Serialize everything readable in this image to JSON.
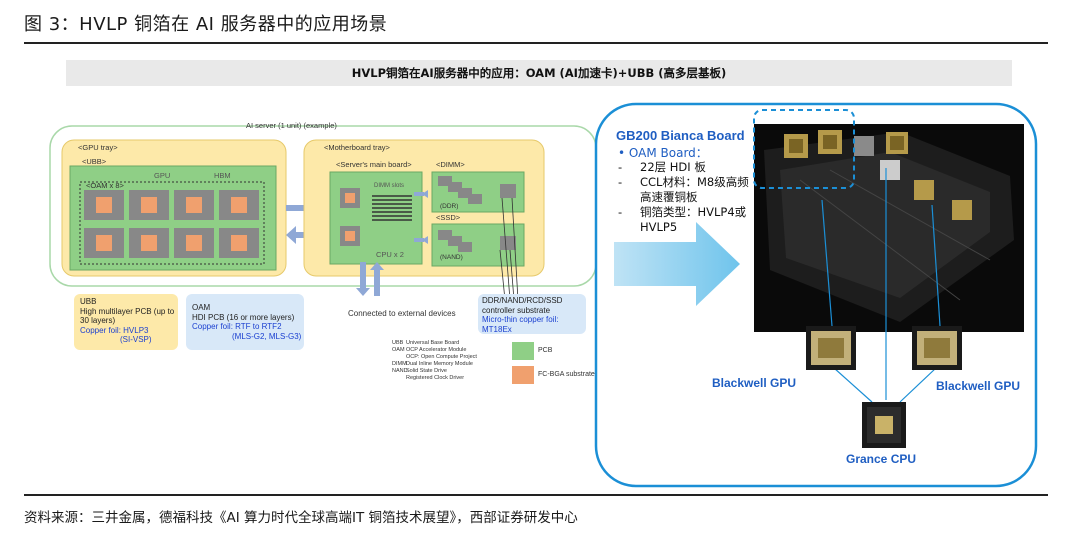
{
  "figure_title": "图 3：HVLP 铜箔在 AI 服务器中的应用场景",
  "banner": "HVLP铜箔在AI服务器中的应用：OAM (AI加速卡)+UBB (高多层基板)",
  "left": {
    "server_label": "AI server (1 unit) (example)",
    "gpu_tray": "<GPU tray>",
    "ubb": "<UBB>",
    "gpu": "GPU",
    "hbm": "HBM",
    "oam_x8": "<OAM x 8>",
    "mb_tray": "<Motherboard tray>",
    "main_board": "<Server's main board>",
    "dimm": "<DIMM>",
    "dimm_slots": "DIMM slots",
    "ddr": "(DDR)",
    "ssd": "<SSD>",
    "nand": "(NAND)",
    "cpu_x2": "CPU x 2",
    "connected": "Connected to external devices",
    "ubb_note": {
      "lines": [
        "UBB",
        "High multilayer PCB (up to",
        "30 layers)"
      ],
      "foil": "Copper foil: HVLP3",
      "foil2": "(SI-VSP)"
    },
    "oam_note": {
      "lines": [
        "OAM",
        "HDI PCB (16 or more layers)"
      ],
      "foil": "Copper foil: RTF to RTF2",
      "foil2": "(MLS-G2, MLS-G3)"
    },
    "ddr_note": {
      "lines": [
        "DDR/NAND/RCD/SSD",
        "controller substrate"
      ],
      "foil": "Micro-thin copper foil:",
      "foil2": "MT18Ex"
    },
    "legend_abbr": [
      [
        "UBB",
        "Universal Base Board"
      ],
      [
        "OAM",
        "OCP Accelerator Module"
      ],
      [
        "",
        "OCP: Open Compute Project"
      ],
      [
        "DIMM",
        "Dual Inline Memory Module"
      ],
      [
        "NAND",
        "Solid State Drive"
      ],
      [
        "",
        "Registered Clock Driver"
      ]
    ],
    "legend_pcb": "PCB",
    "legend_fcbga": "FC-BGA substrate",
    "colors": {
      "tray": "#fde9a9",
      "pcb": "#8fcf86",
      "fcbga": "#f0a06e",
      "server_border": "#a9d8a9"
    }
  },
  "right": {
    "title": "GB200 Bianca Board",
    "oam_board": "OAM Board：",
    "items": [
      "22层 HDI 板",
      "CCL材料：M8级高频高速覆铜板",
      "铜箔类型：HVLP4或HVLP5"
    ],
    "blackwell_left": "Blackwell GPU",
    "blackwell_right": "Blackwell GPU",
    "grace": "Grance CPU",
    "colors": {
      "frame": "#1b8fd6",
      "label": "#1f5ec2"
    }
  },
  "source": "资料来源：三井金属，德福科技《AI 算力时代全球高端IT 铜箔技术展望》，西部证券研发中心"
}
